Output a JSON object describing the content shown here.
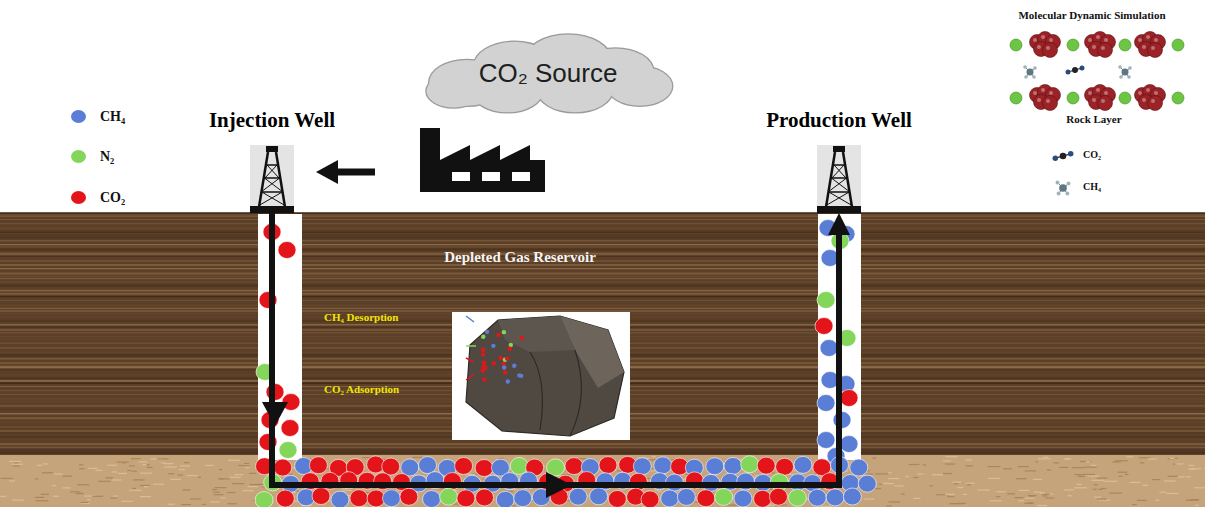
{
  "diagram": {
    "nodes": [
      {
        "text": [
          "CO₂ Source"
        ]
      },
      {
        "text": [
          "Injection Well"
        ]
      },
      {
        "text": [
          "Production Well"
        ]
      }
    ],
    "edges": [
      {
        "from": 1,
        "to": 2,
        "arrow": "to"
      }
    ],
    "labels": [
      "Depleted Gas Reservoir",
      "CH₄ Desorption",
      "CO₂ Adsorption",
      "Molecular Dynamic Simulation",
      "Rock Layer"
    ],
    "legend": [
      {
        "text": "CH₄",
        "color": "#5a7ed6"
      },
      {
        "text": "N₂",
        "color": "#84d65a"
      },
      {
        "text": "CO₂",
        "color": "#e3151a"
      },
      {
        "text": "CO₂"
      },
      {
        "text": "CH₄"
      }
    ]
  }
}
